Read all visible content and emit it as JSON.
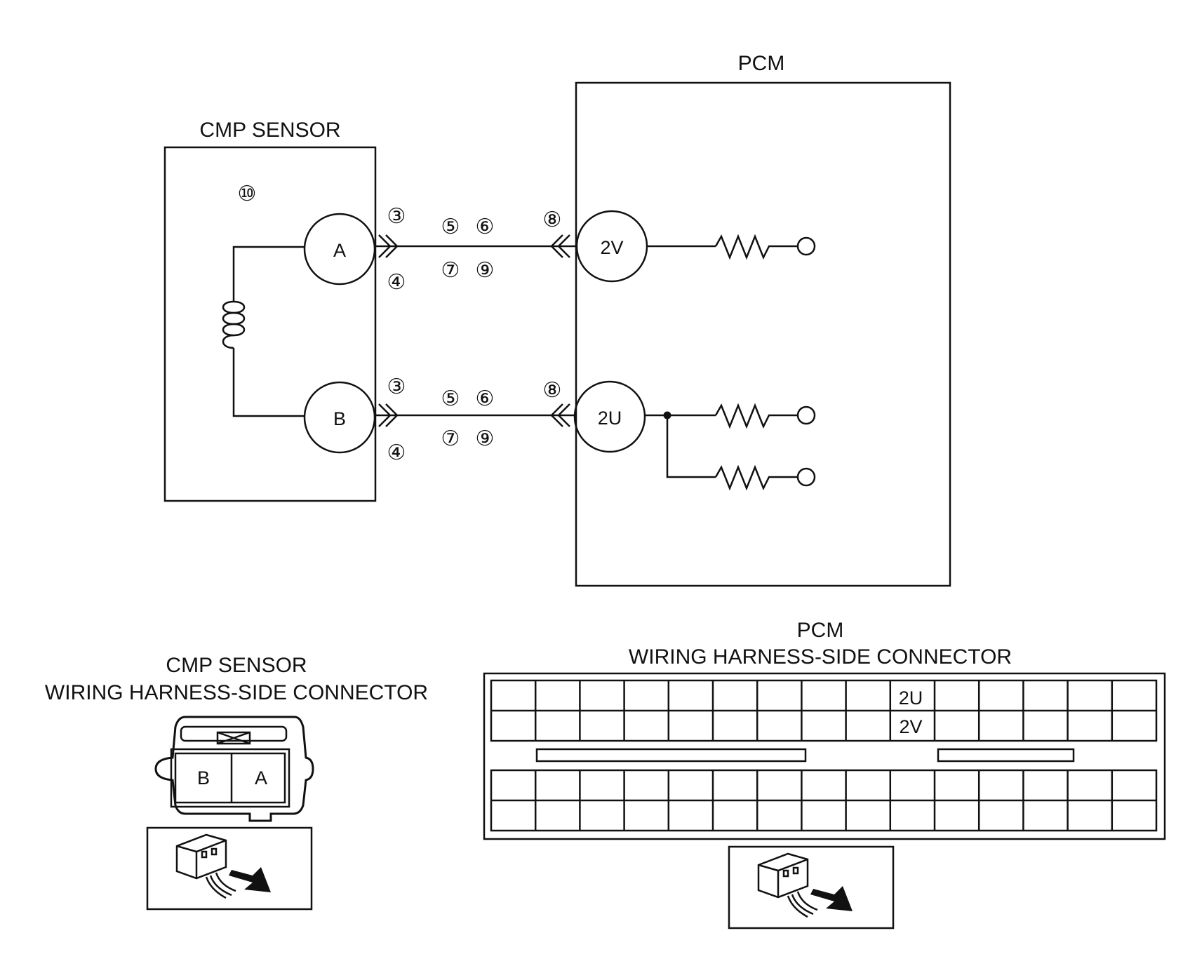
{
  "pcm": {
    "title": "PCM",
    "terminal_upper": "2V",
    "terminal_lower": "2U"
  },
  "cmp_sensor": {
    "title": "CMP SENSOR",
    "terminal_a": "A",
    "terminal_b": "B",
    "callout_10": "⑩"
  },
  "callouts": {
    "c3": "③",
    "c4": "④",
    "c5": "⑤",
    "c6": "⑥",
    "c7": "⑦",
    "c8": "⑧",
    "c9": "⑨"
  },
  "cmp_connector": {
    "title_line1": "CMP SENSOR",
    "title_line2": "WIRING HARNESS-SIDE CONNECTOR",
    "pin_b": "B",
    "pin_a": "A"
  },
  "pcm_connector": {
    "title_line1": "PCM",
    "title_line2": "WIRING HARNESS-SIDE CONNECTOR",
    "pin_2u": "2U",
    "pin_2v": "2V"
  }
}
